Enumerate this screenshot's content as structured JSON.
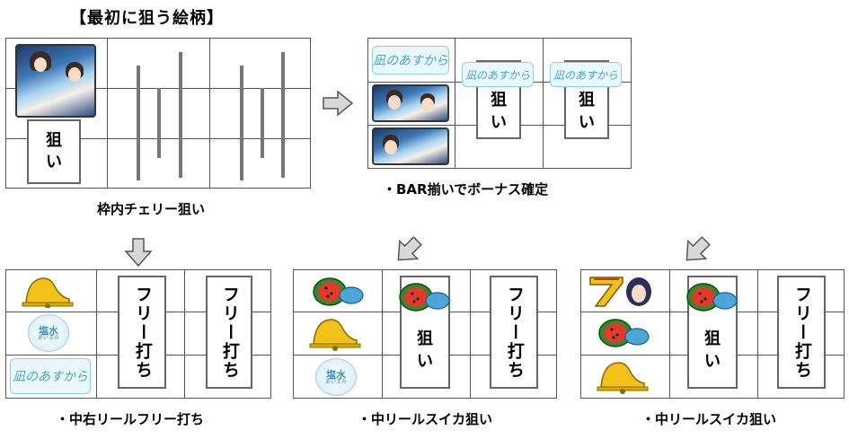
{
  "title": "【最初に狙う絵柄】",
  "steps": {
    "step1": {
      "target_label_line1": "狙",
      "target_label_line2": "い",
      "caption": "枠内チェリー狙い"
    },
    "step2": {
      "logo_text": "凪のあすから",
      "target_label_line1": "狙",
      "target_label_line2": "い",
      "caption": "・BAR揃いでボーナス確定"
    },
    "step3": {
      "shio_top": "塩水",
      "shio_bottom": "あいまみ",
      "logo_text": "凪のあすから",
      "free_text": "フリー打ち",
      "caption": "・中右リールフリー打ち"
    },
    "step4": {
      "shio_top": "塩水",
      "shio_bottom": "あいまみ",
      "target_label_line1": "狙",
      "target_label_line2": "い",
      "free_text": "フリー打ち",
      "caption": "・中リールスイカ狙い"
    },
    "step5": {
      "target_label_line1": "狙",
      "target_label_line2": "い",
      "free_text": "フリー打ち",
      "caption": "・中リールスイカ狙い"
    }
  },
  "icons": {
    "arrow": "gray-arrow-icon",
    "bell": "bell-icon",
    "watermelon": "watermelon-icon",
    "seven": "seven-icon",
    "anime": "anime-character-icon",
    "logo": "nagi-logo-icon",
    "shio": "shiomizu-icon"
  },
  "colors": {
    "grid": "#555555",
    "reel_line": "#777777",
    "logo": "#3fa9c9",
    "arrow_fill": "#d8d8d8"
  }
}
